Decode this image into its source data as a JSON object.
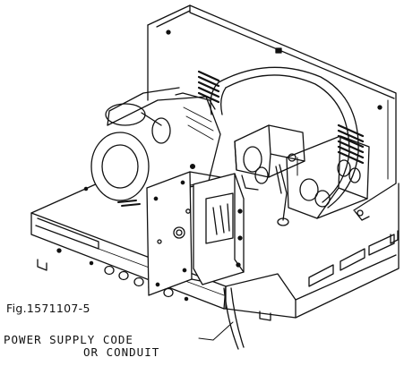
{
  "figure": {
    "id_label": "Fig.1571107-5",
    "callout_line_1": "POWER SUPPLY CODE",
    "callout_line_2": "OR CONDUIT"
  }
}
